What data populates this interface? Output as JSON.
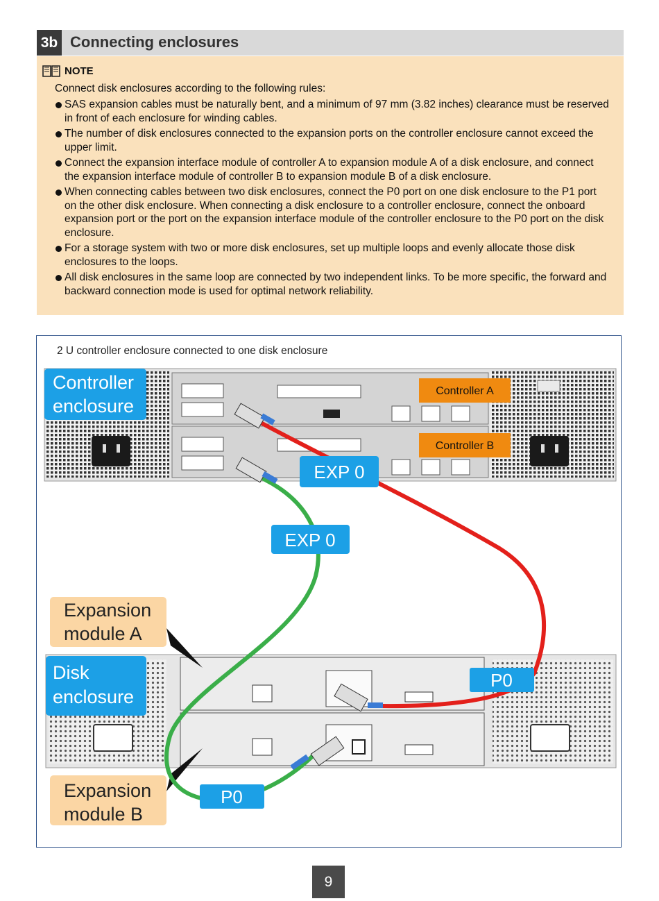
{
  "section": {
    "number": "3b",
    "title": "Connecting enclosures"
  },
  "note": {
    "label": "NOTE",
    "intro": "Connect disk enclosures according to the following rules:",
    "rules": [
      "SAS expansion cables must be naturally bent, and a minimum of 97 mm (3.82 inches) clearance must be reserved in front of each enclosure for winding cables.",
      "The number of disk enclosures connected to the expansion ports on the controller enclosure cannot exceed the upper limit.",
      "Connect the expansion interface module of controller A to expansion module A of a disk enclosure, and connect the expansion interface module of controller B to expansion module B of a disk enclosure.",
      "When connecting cables between two disk enclosures, connect the P0 port on one disk enclosure to the P1 port on the other disk enclosure. When connecting a disk enclosure to a controller enclosure, connect the onboard expansion port or the port on the expansion interface module of the controller enclosure to the P0 port on the disk enclosure.",
      "For a storage system with two or more disk enclosures, set up multiple loops and evenly allocate those disk enclosures to the loops.",
      "All disk enclosures in the same loop are connected by two independent links. To be more specific, the forward and backward connection mode is used for optimal network reliability."
    ]
  },
  "figure": {
    "caption": "2 U controller enclosure connected to one disk enclosure",
    "labels": {
      "controller_enclosure_1": "Controller",
      "controller_enclosure_2": "enclosure",
      "controller_a": "Controller A",
      "controller_b": "Controller B",
      "exp0_top": "EXP 0",
      "exp0_mid": "EXP 0",
      "expansion_module_a_1": "Expansion",
      "expansion_module_a_2": "module A",
      "disk_enclosure_1": "Disk",
      "disk_enclosure_2": "enclosure",
      "p0_right": "P0",
      "expansion_module_b_1": "Expansion",
      "expansion_module_b_2": "module B",
      "p0_bottom": "P0"
    },
    "colors": {
      "label_blue": "#1ca0e6",
      "label_orange": "#f08a10",
      "label_peach": "#fbd6a4",
      "cable_red": "#e3201b",
      "cable_green": "#3aae49"
    }
  },
  "page": {
    "number": "9"
  }
}
